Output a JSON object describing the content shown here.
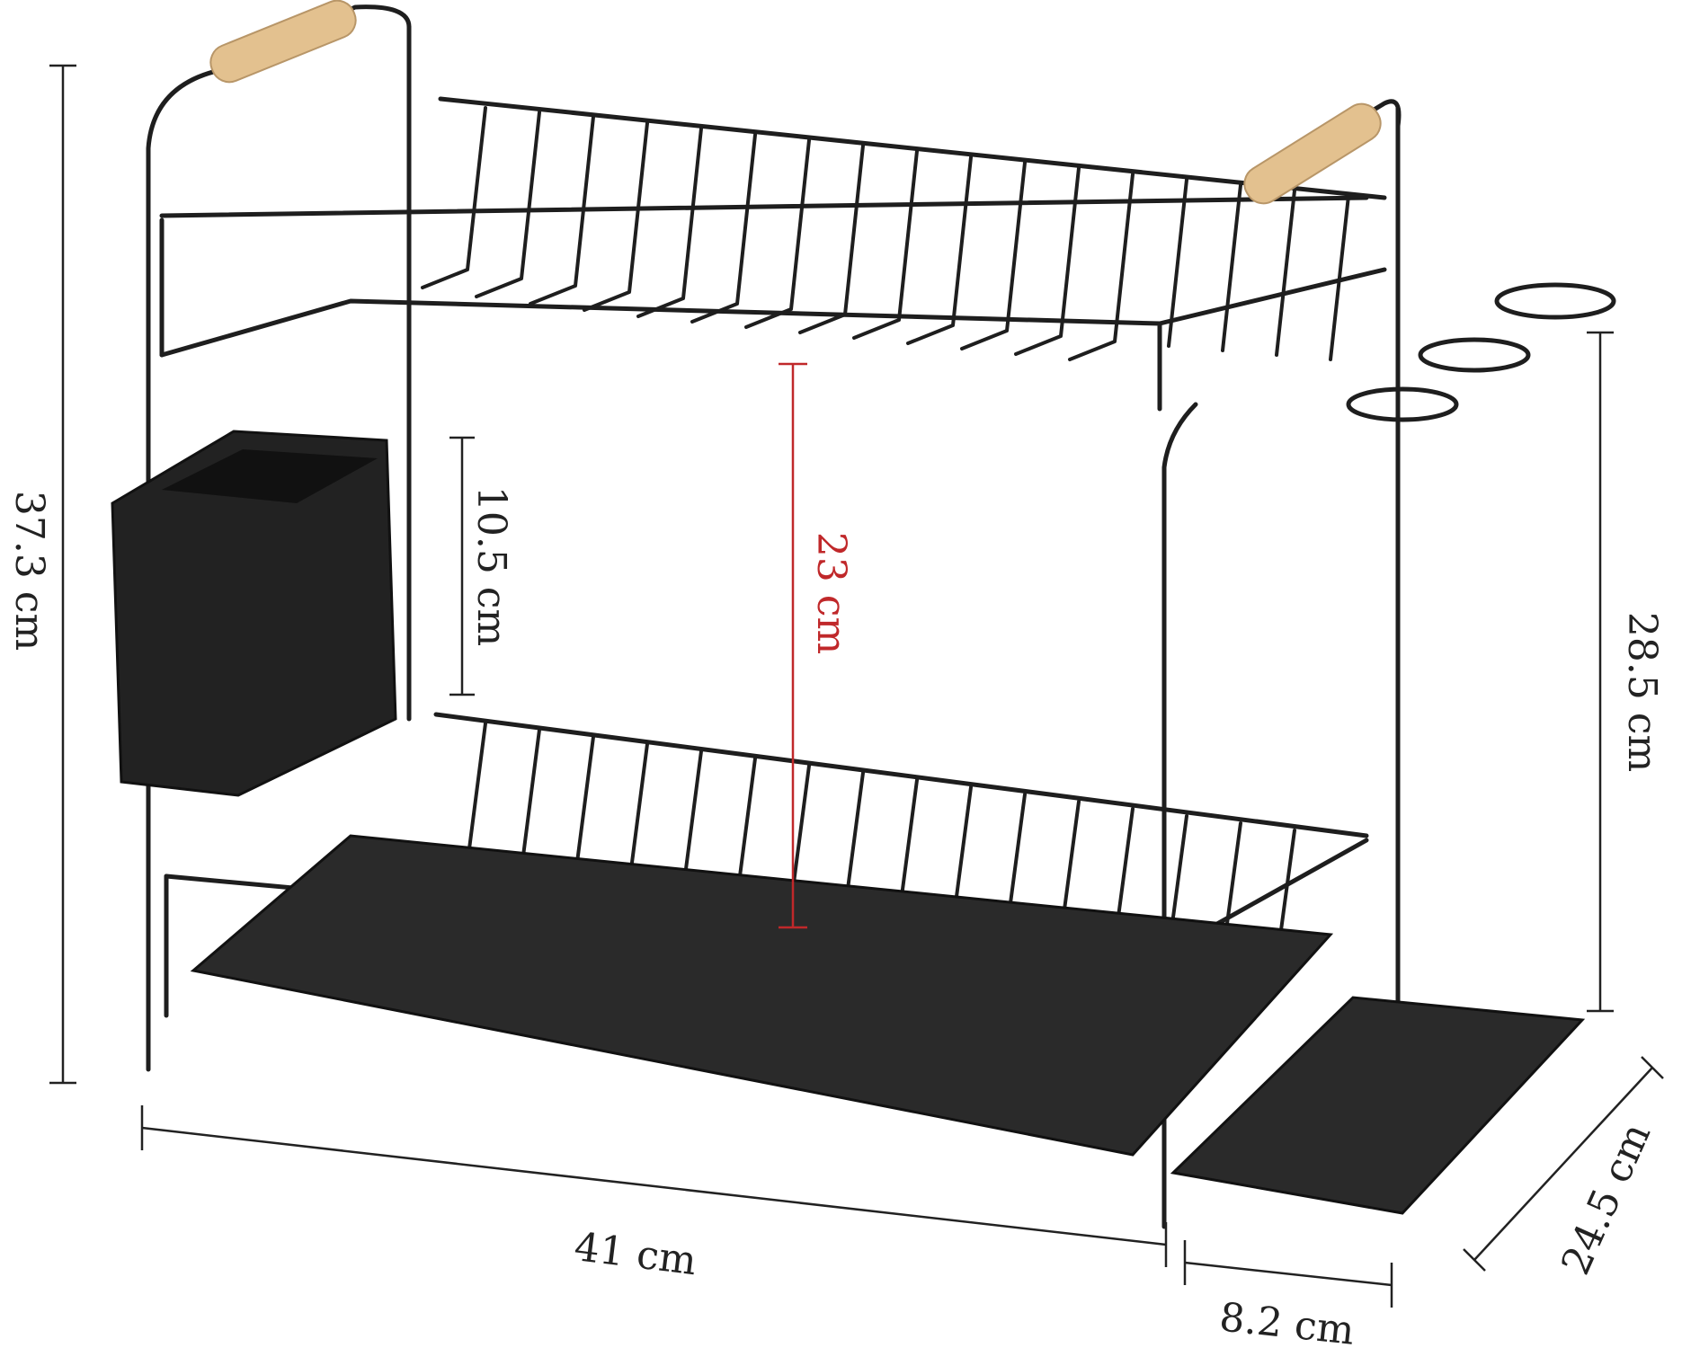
{
  "dimensions": {
    "total_height": "37.3 cm",
    "tier_spacing": "23 cm",
    "utensil_holder_height": "10.5 cm",
    "side_height": "28.5 cm",
    "width": "41 cm",
    "tray_extension": "8.2 cm",
    "depth": "24.5 cm"
  },
  "colors": {
    "frame": "#1e1e1e",
    "dimension_line": "#222222",
    "highlight_dimension": "#c0282a",
    "wood_handle": "#e3c18f",
    "tray": "#2a2a2a"
  }
}
